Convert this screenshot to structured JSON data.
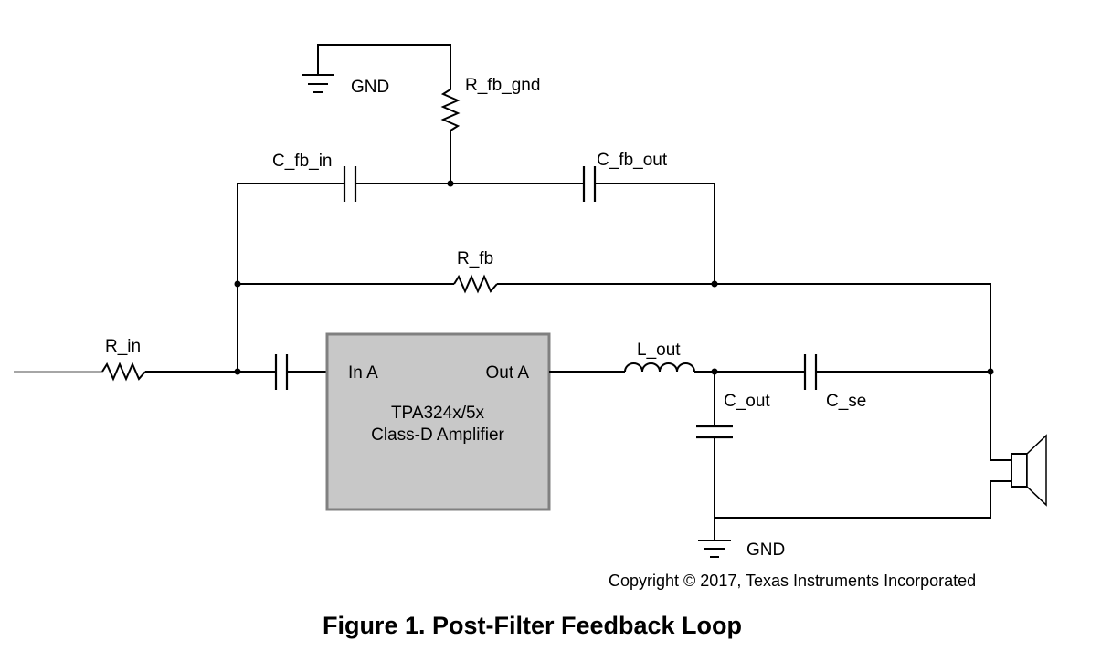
{
  "components": {
    "r_fb_gnd": "R_fb_gnd",
    "c_fb_in": "C_fb_in",
    "c_fb_out": "C_fb_out",
    "r_fb": "R_fb",
    "r_in": "R_in",
    "l_out": "L_out",
    "c_out": "C_out",
    "c_se": "C_se"
  },
  "grounds": {
    "top": "GND",
    "bottom": "GND"
  },
  "amplifier": {
    "input_pin": "In A",
    "output_pin": "Out A",
    "name_line1": "TPA324x/5x",
    "name_line2": "Class-D Amplifier",
    "fill_color": "#c8c8c8",
    "border_color": "#808080"
  },
  "copyright": "Copyright © 2017, Texas Instruments Incorporated",
  "caption": "Figure 1. Post-Filter Feedback Loop"
}
